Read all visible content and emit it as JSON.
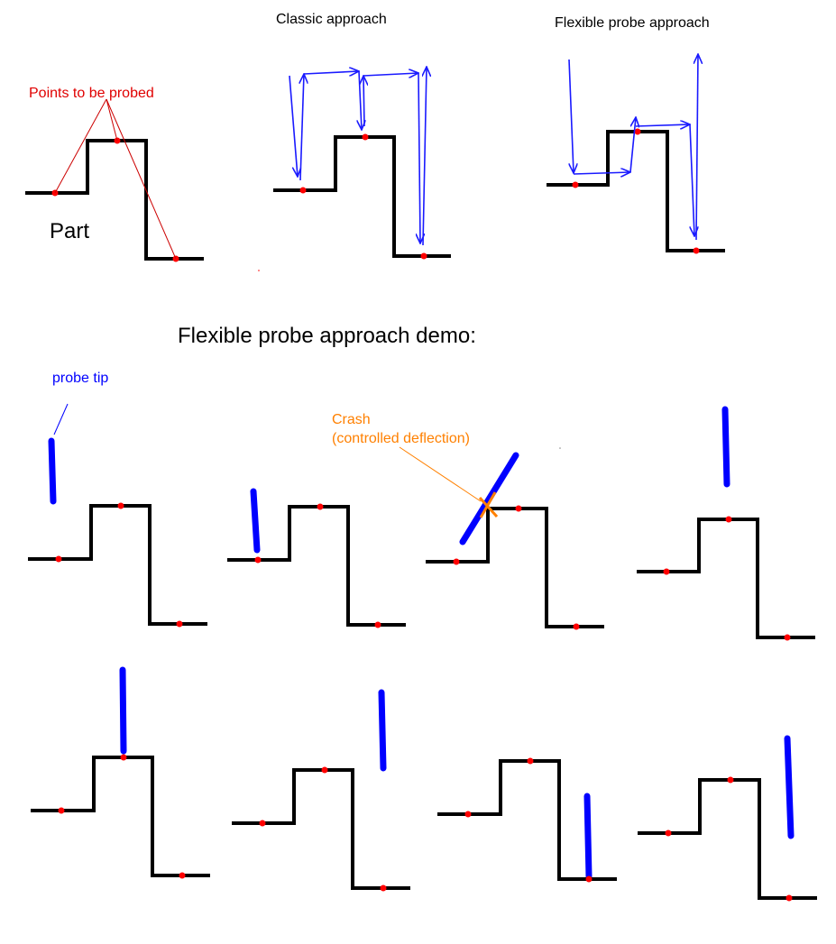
{
  "labels": {
    "classic_title": "Classic approach",
    "flexible_title": "Flexible probe approach",
    "points_label": "Points to be probed",
    "part_label": "Part",
    "demo_title": "Flexible probe approach demo:",
    "probe_tip_label": "probe tip",
    "crash_line1": "Crash",
    "crash_line2": "(controlled deflection)"
  },
  "colors": {
    "part": "#000000",
    "probe_point": "#ff0000",
    "probe": "#0000ff",
    "path_arrow": "#1a1aff",
    "annotation_red": "#e00000",
    "annotation_blue": "#0000ff",
    "crash": "#ff8000"
  }
}
